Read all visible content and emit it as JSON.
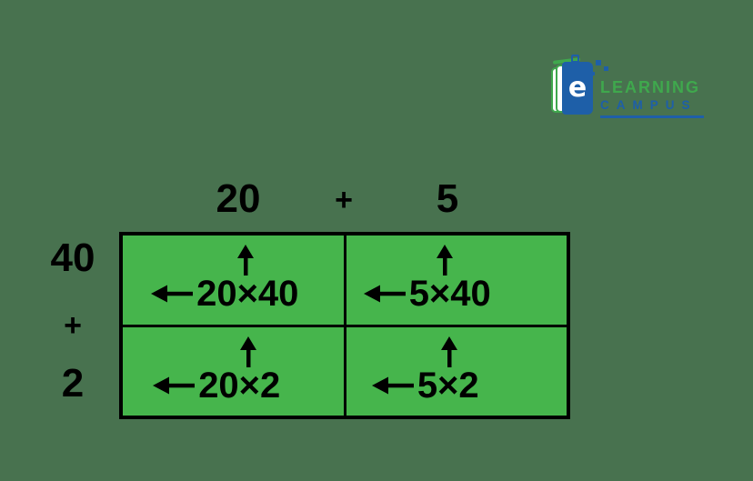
{
  "colors": {
    "canvas_bg": "#48724F",
    "cell_green": "#46B54C",
    "ink": "#000000",
    "logo_green": "#3FA84D",
    "logo_blue": "#1E5FA8"
  },
  "logo": {
    "book_letter": "e",
    "word_top": "LEARNING",
    "word_bottom": "CAMPUS"
  },
  "area_model": {
    "column_header": {
      "first": "20",
      "operator": "+",
      "second": "5"
    },
    "row_header": {
      "first": "40",
      "operator": "+",
      "second": "2"
    },
    "cells": [
      {
        "id": "top-left",
        "expression": "20×40"
      },
      {
        "id": "top-right",
        "expression": "5×40"
      },
      {
        "id": "bottom-left",
        "expression": "20×2"
      },
      {
        "id": "bottom-right",
        "expression": "5×2"
      }
    ]
  }
}
